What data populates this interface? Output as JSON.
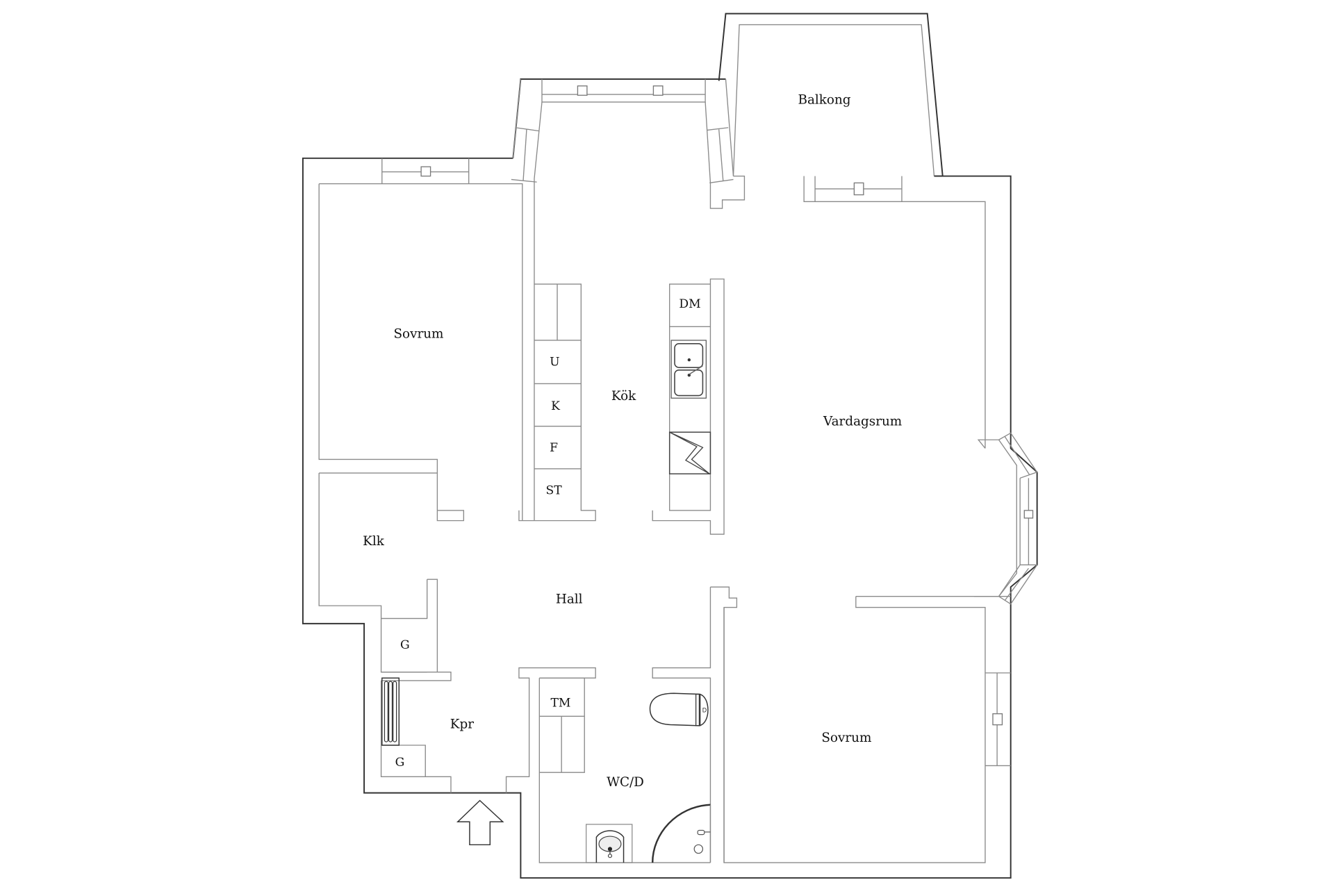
{
  "plan": {
    "rooms": {
      "balkong": "Balkong",
      "sovrum_1": "Sovrum",
      "kok": "Kök",
      "vardagsrum": "Vardagsrum",
      "klk": "Klk",
      "hall": "Hall",
      "kpr": "Kpr",
      "wcd": "WC/D",
      "sovrum_2": "Sovrum"
    },
    "fixtures": {
      "kitchen_left": [
        "U",
        "K",
        "F",
        "ST"
      ],
      "dishwasher": "DM",
      "laundry": "TM",
      "closet_1": "G",
      "closet_2": "G"
    },
    "icons": {
      "entrance": "up-arrow-icon",
      "sink": "double-sink-icon",
      "stove": "electric-stove-icon",
      "toilet": "toilet-icon",
      "washbasin": "washbasin-icon",
      "shower": "shower-icon",
      "radiator": "radiator-icon"
    },
    "colors": {
      "outer_wall": "#333333",
      "inner_wall": "#8a8a8a",
      "background": "#ffffff"
    }
  }
}
